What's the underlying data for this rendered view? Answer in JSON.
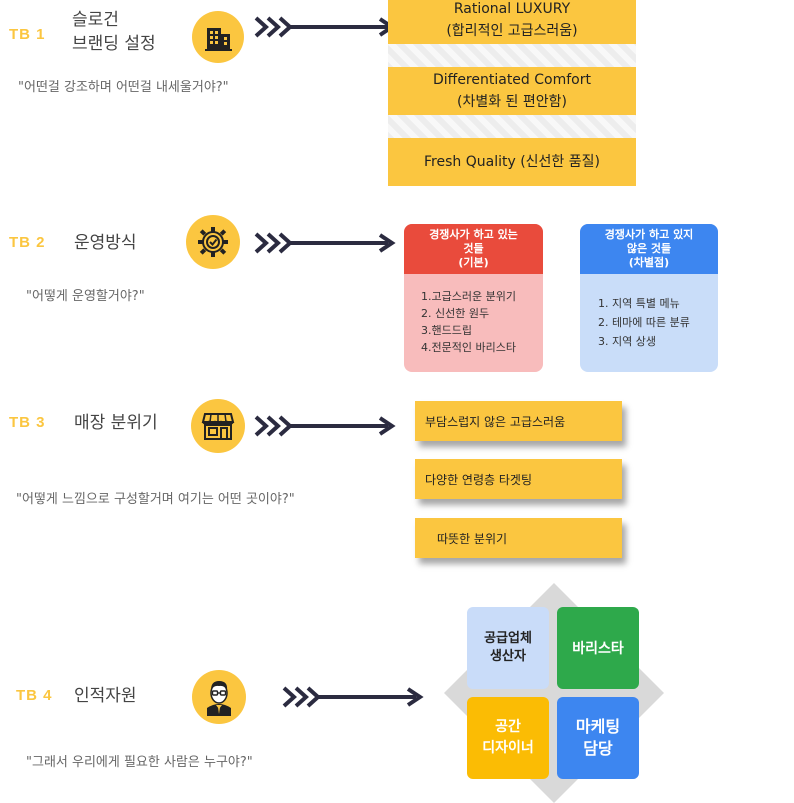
{
  "colors": {
    "tb_label": "#fbc640",
    "icon_circle": "#fbc640",
    "arrow": "#2b2b40",
    "bar_yellow": "#fbc640",
    "bar_pattern": "#ededed",
    "card_red_head": "#e94b3c",
    "card_red_body": "#f8bcbc",
    "card_blue_head": "#3d86f0",
    "card_blue_body": "#c9ddf9",
    "tile_lightblue": "#c9dcf9",
    "tile_green": "#2ea94b",
    "tile_yellow": "#fbbc04",
    "tile_blue": "#3d86f0",
    "diamond": "#d9d9d9"
  },
  "sections": [
    {
      "tb": "TB 1",
      "title_lines": [
        "슬로건",
        "브랜딩 설정"
      ],
      "question": "\"어떤걸 강조하며 어떤걸 내세울거야?\"",
      "icon": "building-icon",
      "bars": [
        {
          "line1": "Rational LUXURY",
          "line2": "(합리적인 고급스러움)"
        },
        {
          "line1": "Differentiated Comfort",
          "line2": "(차별화 된 편안함)"
        },
        {
          "line1": "Fresh Quality  (신선한 품질)",
          "line2": ""
        }
      ]
    },
    {
      "tb": "TB 2",
      "title": "운영방식",
      "question": "\"어떻게 운영할거야?\"",
      "icon": "gear-check-icon",
      "cards": [
        {
          "header_lines": [
            "경쟁사가 하고 있는",
            "것들",
            "(기본)"
          ],
          "items": [
            "1.고급스러운 분위기",
            "2. 신선한 원두",
            "3.핸드드립",
            "4.전문적인 바리스타"
          ]
        },
        {
          "header_lines": [
            "경쟁사가 하고 있지",
            "않은 것들",
            "(차별점)"
          ],
          "items": [
            "1.  지역 특별 메뉴",
            "2.  테마에 따른 분류",
            "3.  지역 상생"
          ]
        }
      ]
    },
    {
      "tb": "TB 3",
      "title": "매장 분위기",
      "question": "\"어떻게 느낌으로 구성할거며 여기는 어떤 곳이야?\"",
      "icon": "storefront-icon",
      "tags": [
        "부담스럽지 않은  고급스러움",
        "다양한 연령층 타겟팅",
        "따뜻한 분위기"
      ]
    },
    {
      "tb": "TB 4",
      "title": "인적자원",
      "question": "\"그래서 우리에게 필요한 사람은 누구야?\"",
      "icon": "businessman-icon",
      "tiles": [
        {
          "lines": [
            "공급업체",
            "생산자"
          ]
        },
        {
          "lines": [
            "바리스타"
          ]
        },
        {
          "lines": [
            "공간",
            "디자이너"
          ]
        },
        {
          "lines": [
            "마케팅",
            "담당"
          ]
        }
      ]
    }
  ]
}
